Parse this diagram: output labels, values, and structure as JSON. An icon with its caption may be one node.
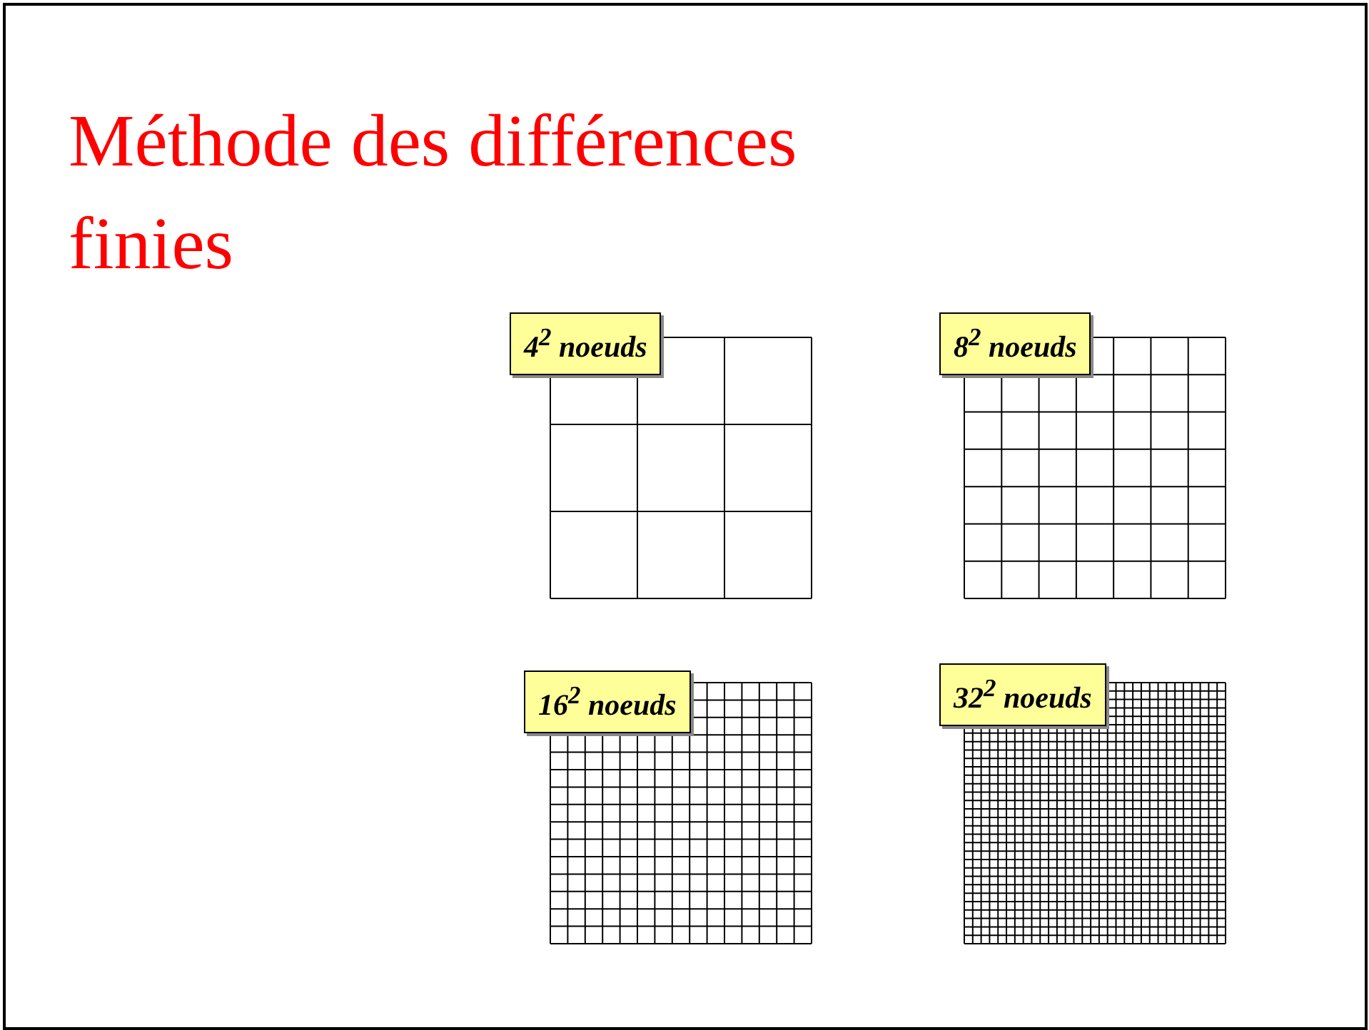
{
  "diagram": {
    "title": "Méthode des différences finies",
    "nodes": [
      {
        "text": [
          "4$^{2}$ noeuds"
        ]
      },
      {
        "text": [
          "8$^{2}$ noeuds"
        ]
      },
      {
        "text": [
          "16$^{2}$ noeuds"
        ]
      },
      {
        "text": [
          "32$^{2}$ noeuds"
        ]
      }
    ],
    "edges": []
  }
}
